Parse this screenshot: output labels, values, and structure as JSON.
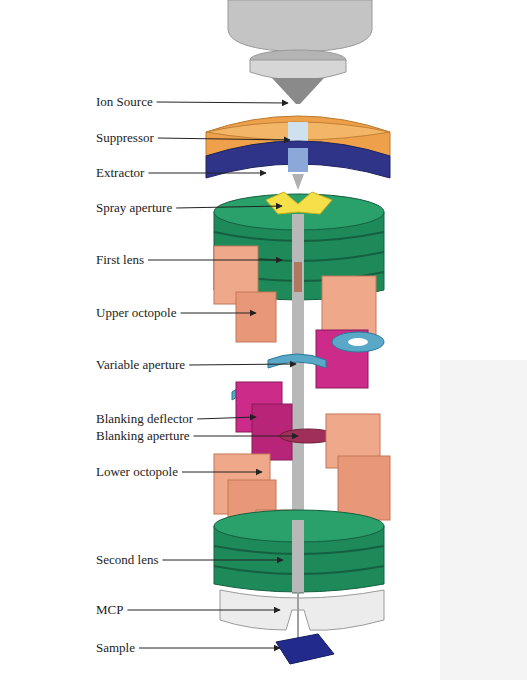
{
  "diagram": {
    "labels": [
      "Ion Source",
      "Suppressor",
      "Extractor",
      "Spray aperture",
      "First lens",
      "Upper octopole",
      "Variable aperture",
      "Blanking deflector",
      "Blanking aperture",
      "Lower octopole",
      "Second lens",
      "MCP",
      "Sample"
    ]
  }
}
